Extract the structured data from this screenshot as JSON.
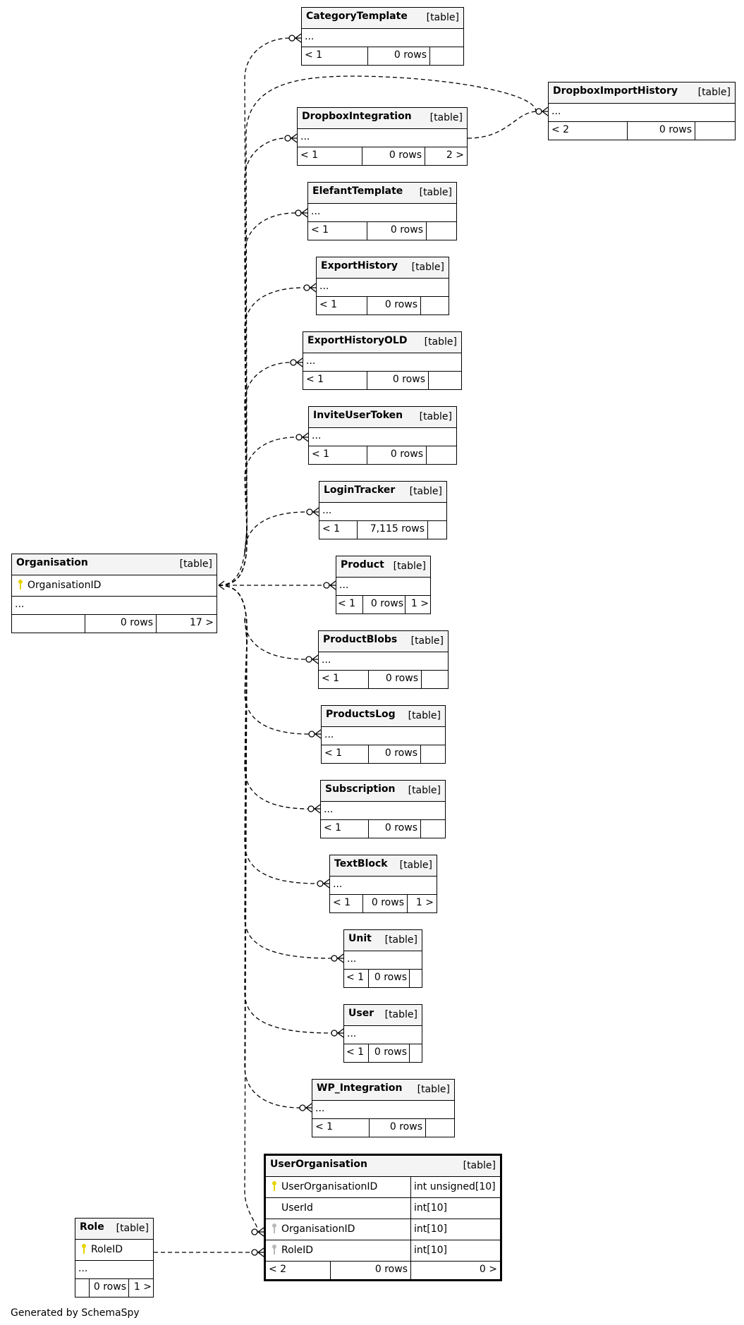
{
  "tables": {
    "category_template": {
      "name": "CategoryTemplate",
      "tag": "[table]",
      "cols": "...",
      "f1": "< 1",
      "f2": "0 rows",
      "f3": ""
    },
    "dropbox_import_history": {
      "name": "DropboxImportHistory",
      "tag": "[table]",
      "cols": "...",
      "f1": "< 2",
      "f2": "0 rows",
      "f3": ""
    },
    "dropbox_integration": {
      "name": "DropboxIntegration",
      "tag": "[table]",
      "cols": "...",
      "f1": "< 1",
      "f2": "0 rows",
      "f3": "2 >"
    },
    "elefant_template": {
      "name": "ElefantTemplate",
      "tag": "[table]",
      "cols": "...",
      "f1": "< 1",
      "f2": "0 rows",
      "f3": ""
    },
    "export_history": {
      "name": "ExportHistory",
      "tag": "[table]",
      "cols": "...",
      "f1": "< 1",
      "f2": "0 rows",
      "f3": ""
    },
    "export_history_old": {
      "name": "ExportHistoryOLD",
      "tag": "[table]",
      "cols": "...",
      "f1": "< 1",
      "f2": "0 rows",
      "f3": ""
    },
    "invite_user_token": {
      "name": "InviteUserToken",
      "tag": "[table]",
      "cols": "...",
      "f1": "< 1",
      "f2": "0 rows",
      "f3": ""
    },
    "login_tracker": {
      "name": "LoginTracker",
      "tag": "[table]",
      "cols": "...",
      "f1": "< 1",
      "f2": "7,115 rows",
      "f3": ""
    },
    "product": {
      "name": "Product",
      "tag": "[table]",
      "cols": "...",
      "f1": "< 1",
      "f2": "0 rows",
      "f3": "1 >"
    },
    "product_blobs": {
      "name": "ProductBlobs",
      "tag": "[table]",
      "cols": "...",
      "f1": "< 1",
      "f2": "0 rows",
      "f3": ""
    },
    "products_log": {
      "name": "ProductsLog",
      "tag": "[table]",
      "cols": "...",
      "f1": "< 1",
      "f2": "0 rows",
      "f3": ""
    },
    "subscription": {
      "name": "Subscription",
      "tag": "[table]",
      "cols": "...",
      "f1": "< 1",
      "f2": "0 rows",
      "f3": ""
    },
    "text_block": {
      "name": "TextBlock",
      "tag": "[table]",
      "cols": "...",
      "f1": "< 1",
      "f2": "0 rows",
      "f3": "1 >"
    },
    "unit": {
      "name": "Unit",
      "tag": "[table]",
      "cols": "...",
      "f1": "< 1",
      "f2": "0 rows",
      "f3": ""
    },
    "user": {
      "name": "User",
      "tag": "[table]",
      "cols": "...",
      "f1": "< 1",
      "f2": "0 rows",
      "f3": ""
    },
    "wp_integration": {
      "name": "WP_Integration",
      "tag": "[table]",
      "cols": "...",
      "f1": "< 1",
      "f2": "0 rows",
      "f3": ""
    },
    "organisation": {
      "name": "Organisation",
      "tag": "[table]",
      "pk": "OrganisationID",
      "cols": "...",
      "f1": "",
      "f2": "0 rows",
      "f3": "17 >"
    },
    "role": {
      "name": "Role",
      "tag": "[table]",
      "pk": "RoleID",
      "cols": "...",
      "f1": "",
      "f2": "0 rows",
      "f3": "1 >"
    },
    "user_organisation": {
      "name": "UserOrganisation",
      "tag": "[table]",
      "rows": [
        {
          "col": "UserOrganisationID",
          "type": "int unsigned[10]",
          "key": "primary"
        },
        {
          "col": "UserId",
          "type": "int[10]",
          "key": "none"
        },
        {
          "col": "OrganisationID",
          "type": "int[10]",
          "key": "foreign"
        },
        {
          "col": "RoleID",
          "type": "int[10]",
          "key": "foreign"
        }
      ],
      "f1": "< 2",
      "f2": "0 rows",
      "f3": "0 >"
    }
  },
  "footer": "Generated by SchemaSpy",
  "colors": {
    "header_bg": "#f4f4f4",
    "primary_key": "#e6d400",
    "foreign_key": "#b9b9b9"
  }
}
